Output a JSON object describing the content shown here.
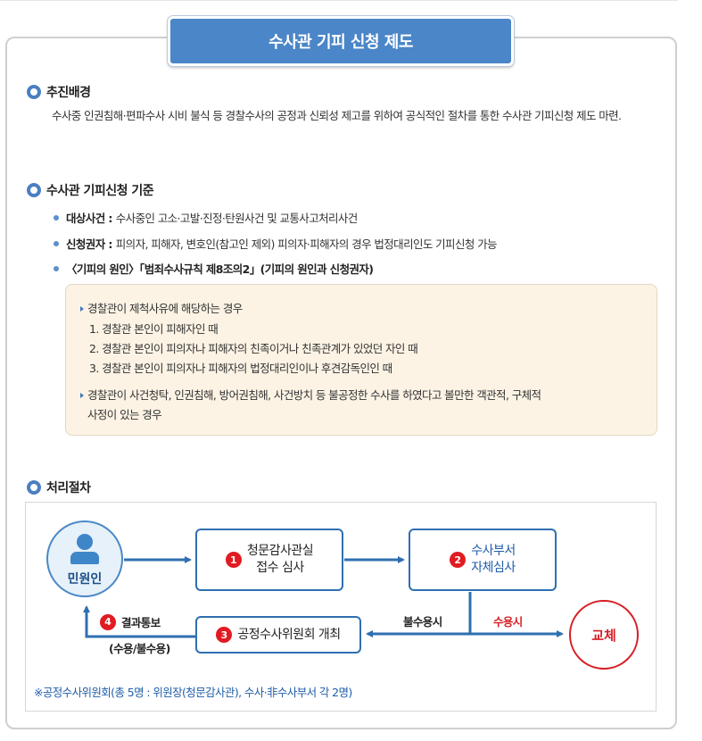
{
  "title": "수사관 기피 신청 제도",
  "background": {
    "heading": "추진배경",
    "text": "수사중 인권침해·편파수사 시비 불식 등 경찰수사의 공정과 신뢰성 제고를 위하여 공식적인 절차를 통한 수사관 기피신청 제도 마련."
  },
  "criteria": {
    "heading": "수사관 기피신청 기준",
    "items": [
      {
        "label": "대상사건 :",
        "text": "수사중인 고소·고발·진정·탄원사건 및 교통사고처리사건"
      },
      {
        "label": "신청권자 :",
        "text": "피의자, 피해자, 변호인(참고인 제외) 피의자·피해자의 경우 법정대리인도 기피신청 가능"
      },
      {
        "label": "〈기피의 원인〉「범죄수사규칙 제8조의2」(기피의 원인과 신청권자)",
        "text": ""
      }
    ],
    "note": {
      "case1": "경찰관이 제척사유에 해당하는 경우",
      "sub": [
        "1. 경찰관 본인이 피해자인 때",
        "2. 경찰관 본인이 피의자나 피해자의 친족이거나 친족관계가 있었던 자인 때",
        "3. 경찰관 본인이 피의자나 피해자의 법정대리인이나 후견감독인인 때"
      ],
      "case2_line1": "경찰관이 사건청탁, 인권침해, 방어권침해, 사건방치 등 불공정한 수사를 하였다고 볼만한 객관적, 구체적",
      "case2_line2": "사정이 있는 경우"
    }
  },
  "procedure": {
    "heading": "처리절차",
    "petitioner": "민원인",
    "step1": {
      "num": "1",
      "line1": "청문감사관실",
      "line2": "접수 심사"
    },
    "step2": {
      "num": "2",
      "line1": "수사부서",
      "line2": "자체심사"
    },
    "step3": {
      "num": "3",
      "label": "공정수사위원회 개최"
    },
    "step4": {
      "num": "4",
      "label": "결과통보",
      "sub": "(수용/불수용)"
    },
    "reject_label": "불수용시",
    "accept_label": "수용시",
    "replace": "교체",
    "footnote": "※공정수사위원회(총 5명 : 위원장(청문감사관), 수사·非수사부서 각 2명)"
  },
  "colors": {
    "title_bg": "#4a86c8",
    "flow_blue": "#2f6fb0",
    "badge_red": "#e11b22",
    "note_bg": "#fcf3e5"
  },
  "icons": [
    "person-icon",
    "ring-bullet-icon",
    "triangle-bullet-icon",
    "arrow-right-icon",
    "arrow-left-icon",
    "arrow-up-icon"
  ]
}
